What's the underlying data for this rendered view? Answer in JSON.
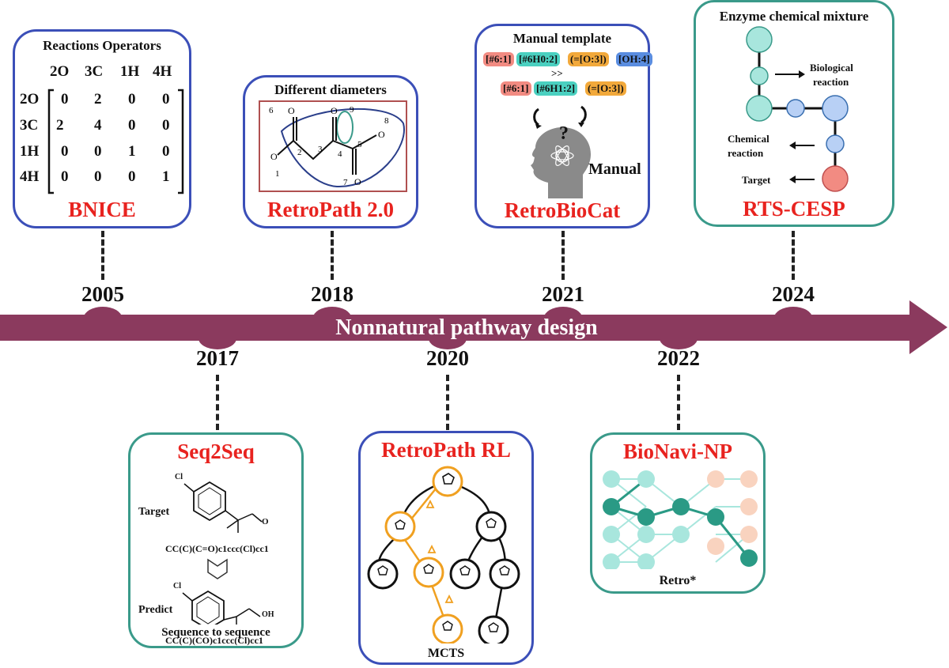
{
  "timeline": {
    "label": "Nonnatural pathway design",
    "years_top": [
      "2005",
      "2018",
      "2021",
      "2024"
    ],
    "years_bottom": [
      "2017",
      "2020",
      "2022"
    ]
  },
  "bnice": {
    "title": "BNICE",
    "subtitle": "Reactions Operators",
    "col_headers": [
      "2O",
      "3C",
      "1H",
      "4H"
    ],
    "row_headers": [
      "2O",
      "3C",
      "1H",
      "4H"
    ],
    "matrix": [
      [
        "0",
        "2",
        "0",
        "0"
      ],
      [
        "2",
        "4",
        "0",
        "0"
      ],
      [
        "0",
        "0",
        "1",
        "0"
      ],
      [
        "0",
        "0",
        "0",
        "1"
      ]
    ]
  },
  "retropath2": {
    "title": "RetroPath 2.0",
    "subtitle": "Different diameters",
    "atom_labels": [
      "6",
      "O",
      "2",
      "O",
      "1",
      "3",
      "4",
      "O",
      "9",
      "5",
      "O",
      "8",
      "O",
      "7",
      "O"
    ]
  },
  "retrobiocat": {
    "title": "RetroBioCat",
    "subtitle": "Manual template",
    "row1": [
      "[#6:1]",
      "[#6H0:2]",
      "(=[O:3])",
      "[OH:4]"
    ],
    "sep": ">>",
    "row2": [
      "[#6:1]",
      "[#6H1:2]",
      "(=[O:3])"
    ],
    "question": "?",
    "manual_label": "Manual"
  },
  "rtscesp": {
    "title": "RTS-CESP",
    "subtitle": "Enzyme chemical mixture",
    "bio_label_1": "Biological",
    "bio_label_2": "reaction",
    "chem_label_1": "Chemical",
    "chem_label_2": "reaction",
    "target_label": "Target"
  },
  "seq2seq": {
    "title": "Seq2Seq",
    "target_label": "Target",
    "target_smiles": "CC(C)(C=O)c1ccc(Cl)cc1",
    "predict_label": "Predict",
    "predict_smiles": "CC(C)(CO)c1ccc(Cl)cc1",
    "cl_label": "Cl",
    "o_label": "O",
    "oh_label": "OH",
    "footer": "Sequence to sequence"
  },
  "retropathrl": {
    "title": "RetroPath RL",
    "footer": "MCTS"
  },
  "bionavi": {
    "title": "BioNavi-NP",
    "footer": "Retro*"
  },
  "colors": {
    "timeline": "#8b3a5e",
    "title_red": "#e8231f",
    "border_blue": "#3b4fb8",
    "border_green": "#3a9a8a",
    "teal": "#2a9a85",
    "light_teal": "#a8e6dd",
    "peach": "#f9d3bf",
    "orange": "#f0a020",
    "pink": "#f28b82",
    "cyan": "#4ad0c0",
    "gold": "#f2a93b",
    "blue": "#5a8de0"
  }
}
